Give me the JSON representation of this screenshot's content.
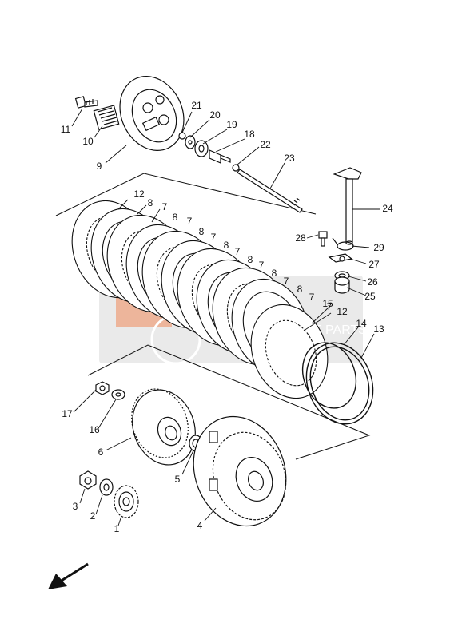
{
  "watermark": "MOTORCYCLE PARTS",
  "callouts": [
    {
      "id": "c1",
      "label": "1"
    },
    {
      "id": "c2",
      "label": "2"
    },
    {
      "id": "c3",
      "label": "3"
    },
    {
      "id": "c4",
      "label": "4"
    },
    {
      "id": "c5",
      "label": "5"
    },
    {
      "id": "c6",
      "label": "6"
    },
    {
      "id": "c7a",
      "label": "7"
    },
    {
      "id": "c7b",
      "label": "7"
    },
    {
      "id": "c7c",
      "label": "7"
    },
    {
      "id": "c7d",
      "label": "7"
    },
    {
      "id": "c7e",
      "label": "7"
    },
    {
      "id": "c7f",
      "label": "7"
    },
    {
      "id": "c7g",
      "label": "7"
    },
    {
      "id": "c7h",
      "label": "7"
    },
    {
      "id": "c8a",
      "label": "8"
    },
    {
      "id": "c8b",
      "label": "8"
    },
    {
      "id": "c8c",
      "label": "8"
    },
    {
      "id": "c8d",
      "label": "8"
    },
    {
      "id": "c8e",
      "label": "8"
    },
    {
      "id": "c8f",
      "label": "8"
    },
    {
      "id": "c8g",
      "label": "8"
    },
    {
      "id": "c9",
      "label": "9"
    },
    {
      "id": "c10",
      "label": "10"
    },
    {
      "id": "c11",
      "label": "11"
    },
    {
      "id": "c12a",
      "label": "12"
    },
    {
      "id": "c12b",
      "label": "12"
    },
    {
      "id": "c13",
      "label": "13"
    },
    {
      "id": "c14",
      "label": "14"
    },
    {
      "id": "c15",
      "label": "15"
    },
    {
      "id": "c16",
      "label": "16"
    },
    {
      "id": "c17",
      "label": "17"
    },
    {
      "id": "c18",
      "label": "18"
    },
    {
      "id": "c19",
      "label": "19"
    },
    {
      "id": "c20",
      "label": "20"
    },
    {
      "id": "c21",
      "label": "21"
    },
    {
      "id": "c22",
      "label": "22"
    },
    {
      "id": "c23",
      "label": "23"
    },
    {
      "id": "c24",
      "label": "24"
    },
    {
      "id": "c25",
      "label": "25"
    },
    {
      "id": "c26",
      "label": "26"
    },
    {
      "id": "c27",
      "label": "27"
    },
    {
      "id": "c28",
      "label": "28"
    },
    {
      "id": "c29",
      "label": "29"
    }
  ],
  "colors": {
    "line": "#111111",
    "watermark": "#e07a4a",
    "watermark_gray": "#d9d9d9"
  },
  "icons": {
    "front_arrow": "arrow-down-left-icon"
  }
}
